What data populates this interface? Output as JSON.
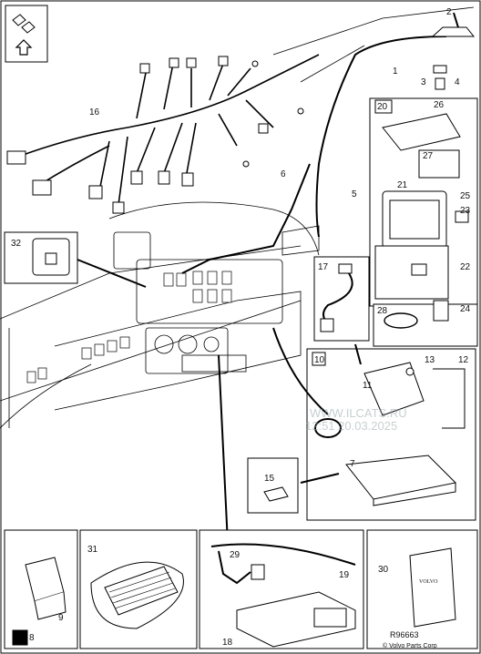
{
  "labels": {
    "n1": "1",
    "n2": "2",
    "n3": "3",
    "n4": "4",
    "n5": "5",
    "n6": "6",
    "n7": "7",
    "n8": "8",
    "n9": "9",
    "n10": "10",
    "n11": "11",
    "n12": "12",
    "n13": "13",
    "n15": "15",
    "n16": "16",
    "n17": "17",
    "n18": "18",
    "n19": "19",
    "n20": "20",
    "n21": "21",
    "n22": "22",
    "n23": "23",
    "n24": "24",
    "n25": "25",
    "n26": "26",
    "n27": "27",
    "n28": "28",
    "n29": "29",
    "n30": "30",
    "n31": "31",
    "n32": "32"
  },
  "watermark_line1": "WWW.ILCATS.RU",
  "watermark_line2": "12:51 20.03.2025",
  "reference": "R96663",
  "copyright": "© Volvo Parts Corp",
  "manual_brand": "VOLVO"
}
